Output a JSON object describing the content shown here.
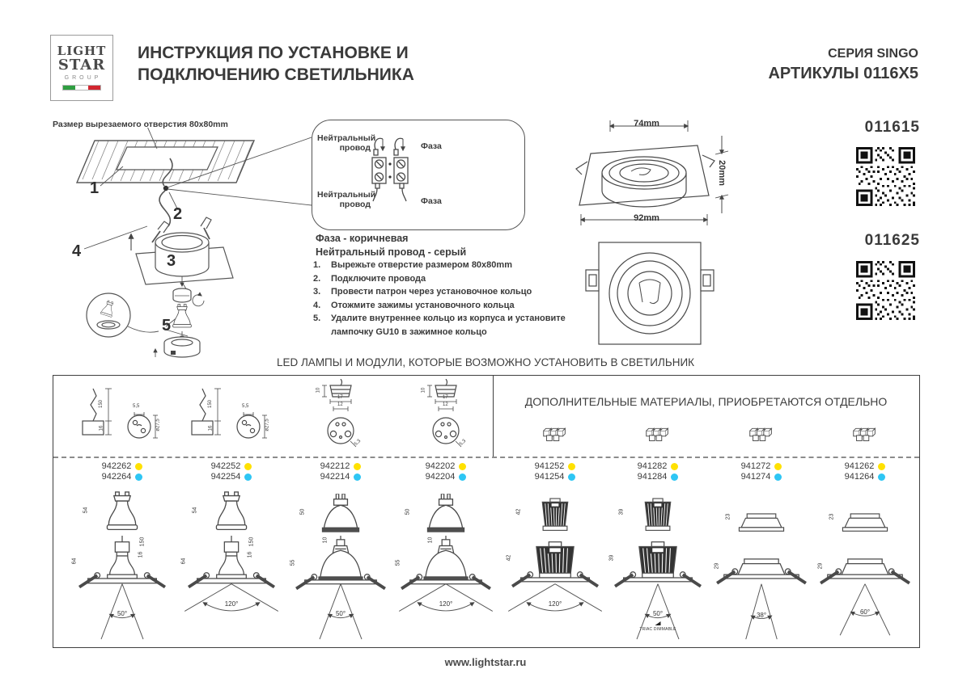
{
  "header": {
    "logo": {
      "word1": "LIGHT",
      "word2": "STAR",
      "word3": "GROUP"
    },
    "title_line1": "ИНСТРУКЦИЯ ПО УСТАНОВКЕ И",
    "title_line2": "ПОДКЛЮЧЕНИЮ СВЕТИЛЬНИКА",
    "series": "СЕРИЯ SINGO",
    "articles": "АРТИКУЛЫ 0116X5"
  },
  "install": {
    "hole_note": "Размер вырезаемого отверстия 80x80mm",
    "step_numbers": [
      "1",
      "2",
      "3",
      "4",
      "5"
    ],
    "wiring": {
      "neutral_top": "Нейтральный провод",
      "phase_top": "Фаза",
      "neutral_bottom": "Нейтральный провод",
      "phase_bottom": "Фаза",
      "color_phase": "Фаза - коричневая",
      "color_neutral": "Нейтральный провод - серый"
    },
    "steps": [
      {
        "n": "1.",
        "t": "Вырежьте отверстие размером 80x80mm"
      },
      {
        "n": "2.",
        "t": "Подключите провода"
      },
      {
        "n": "3.",
        "t": "Провести патрон через установочное кольцо"
      },
      {
        "n": "4.",
        "t": "Отожмите зажимы установочного кольца"
      },
      {
        "n": "5.",
        "t": "Удалите внутреннее кольцо из корпуса и установите лампочку GU10 в зажимное кольцо"
      }
    ]
  },
  "dimensions": {
    "top": "74mm",
    "side": "20mm",
    "bottom": "92mm"
  },
  "products": [
    {
      "article": "011615"
    },
    {
      "article": "011625"
    }
  ],
  "modules": {
    "title": "LED ЛАМПЫ И МОДУЛИ, КОТОРЫЕ ВОЗМОЖНО УСТАНОВИТЬ В СВЕТИЛЬНИК",
    "extras_title": "ДОПОЛНИТЕЛЬНЫЕ МАТЕРИАЛЫ, ПРИОБРЕТАЮТСЯ ОТДЕЛЬНО",
    "legend": {
      "yellow": "#FFE100",
      "blue": "#2EC6F4"
    },
    "socket_a": {
      "len": "150",
      "h": "16",
      "slot": "5,5",
      "dia": "ø27,5"
    },
    "socket_b": {
      "h": "10",
      "w1": "17",
      "w2": "12",
      "pin": "5,3"
    },
    "items": [
      {
        "codes": [
          "942262",
          "942264"
        ],
        "lamp_h": "54",
        "inst_h": "64",
        "dim1": "150",
        "dim2": "16",
        "angle": "50°"
      },
      {
        "codes": [
          "942252",
          "942254"
        ],
        "lamp_h": "54",
        "inst_h": "64",
        "dim1": "150",
        "dim2": "16",
        "angle": "120°"
      },
      {
        "codes": [
          "942212",
          "942214"
        ],
        "lamp_h": "50",
        "inst_h": "55",
        "dim1": "10",
        "angle": "50°"
      },
      {
        "codes": [
          "942202",
          "942204"
        ],
        "lamp_h": "50",
        "inst_h": "55",
        "dim1": "10",
        "angle": "120°"
      },
      {
        "codes": [
          "941252",
          "941254"
        ],
        "lamp_h": "42",
        "inst_h": "42",
        "angle": "120°"
      },
      {
        "codes": [
          "941282",
          "941284"
        ],
        "lamp_h": "39",
        "inst_h": "39",
        "angle": "50°",
        "note": "TRIAC DIMMABLE"
      },
      {
        "codes": [
          "941272",
          "941274"
        ],
        "lamp_h": "23",
        "inst_h": "29",
        "angle": "38°"
      },
      {
        "codes": [
          "941262",
          "941264"
        ],
        "lamp_h": "23",
        "inst_h": "29",
        "angle": "60°"
      }
    ]
  },
  "footer": {
    "url": "www.lightstar.ru"
  }
}
